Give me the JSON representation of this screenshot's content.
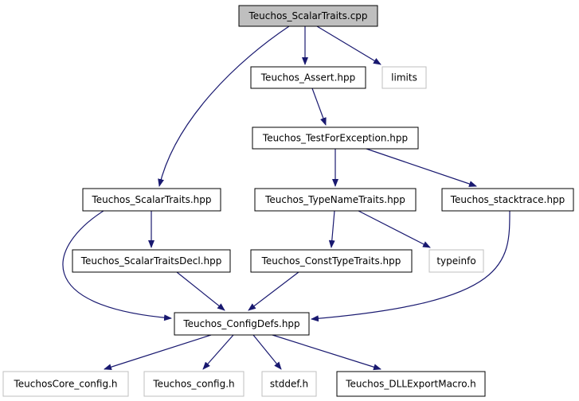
{
  "colors": {
    "edge": "#191970",
    "border_internal": "#000000",
    "border_external": "#bfbfbf",
    "root_fill": "#bfbfbf",
    "node_fill": "#ffffff"
  },
  "nodes": [
    {
      "id": "scalartraits-cpp",
      "label": "Teuchos_ScalarTraits.cpp",
      "kind": "root"
    },
    {
      "id": "assert-hpp",
      "label": "Teuchos_Assert.hpp",
      "kind": "internal"
    },
    {
      "id": "limits",
      "label": "limits",
      "kind": "external"
    },
    {
      "id": "testforexception-hpp",
      "label": "Teuchos_TestForException.hpp",
      "kind": "internal"
    },
    {
      "id": "scalartraits-hpp",
      "label": "Teuchos_ScalarTraits.hpp",
      "kind": "internal"
    },
    {
      "id": "typenametraits-hpp",
      "label": "Teuchos_TypeNameTraits.hpp",
      "kind": "internal"
    },
    {
      "id": "stacktrace-hpp",
      "label": "Teuchos_stacktrace.hpp",
      "kind": "internal"
    },
    {
      "id": "scalartraitsdecl-hpp",
      "label": "Teuchos_ScalarTraitsDecl.hpp",
      "kind": "internal"
    },
    {
      "id": "consttypetraits-hpp",
      "label": "Teuchos_ConstTypeTraits.hpp",
      "kind": "internal"
    },
    {
      "id": "typeinfo",
      "label": "typeinfo",
      "kind": "external"
    },
    {
      "id": "configdefs-hpp",
      "label": "Teuchos_ConfigDefs.hpp",
      "kind": "internal"
    },
    {
      "id": "teuchoscore-config-h",
      "label": "TeuchosCore_config.h",
      "kind": "external"
    },
    {
      "id": "teuchos-config-h",
      "label": "Teuchos_config.h",
      "kind": "external"
    },
    {
      "id": "stddef-h",
      "label": "stddef.h",
      "kind": "external"
    },
    {
      "id": "dllexportmacro-h",
      "label": "Teuchos_DLLExportMacro.h",
      "kind": "internal"
    }
  ],
  "edges": [
    {
      "from": "scalartraits-cpp",
      "to": "assert-hpp"
    },
    {
      "from": "scalartraits-cpp",
      "to": "limits"
    },
    {
      "from": "scalartraits-cpp",
      "to": "scalartraits-hpp"
    },
    {
      "from": "assert-hpp",
      "to": "testforexception-hpp"
    },
    {
      "from": "testforexception-hpp",
      "to": "typenametraits-hpp"
    },
    {
      "from": "testforexception-hpp",
      "to": "stacktrace-hpp"
    },
    {
      "from": "scalartraits-hpp",
      "to": "scalartraitsdecl-hpp"
    },
    {
      "from": "scalartraits-hpp",
      "to": "configdefs-hpp"
    },
    {
      "from": "typenametraits-hpp",
      "to": "consttypetraits-hpp"
    },
    {
      "from": "typenametraits-hpp",
      "to": "typeinfo"
    },
    {
      "from": "stacktrace-hpp",
      "to": "configdefs-hpp"
    },
    {
      "from": "scalartraitsdecl-hpp",
      "to": "configdefs-hpp"
    },
    {
      "from": "consttypetraits-hpp",
      "to": "configdefs-hpp"
    },
    {
      "from": "configdefs-hpp",
      "to": "teuchoscore-config-h"
    },
    {
      "from": "configdefs-hpp",
      "to": "teuchos-config-h"
    },
    {
      "from": "configdefs-hpp",
      "to": "stddef-h"
    },
    {
      "from": "configdefs-hpp",
      "to": "dllexportmacro-h"
    }
  ]
}
